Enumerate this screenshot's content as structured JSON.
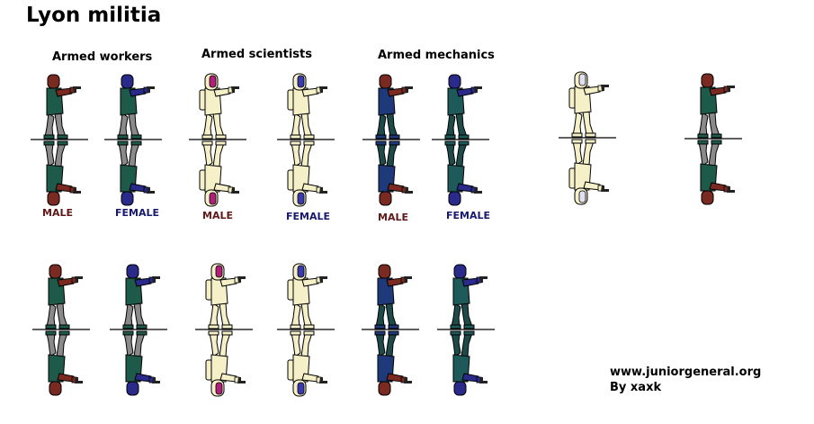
{
  "sheet": {
    "title": "Lyon militia",
    "groups": [
      {
        "label": "Armed workers"
      },
      {
        "label": "Armed scientists"
      },
      {
        "label": "Armed mechanics"
      }
    ],
    "genders": {
      "male": "MALE",
      "female": "FEMALE"
    },
    "credit": {
      "site": "www.juniorgeneral.org",
      "author": "By xaxk"
    }
  },
  "colors": {
    "male_label": "#601818",
    "female_label": "#181870",
    "outline": "#000000",
    "worker_shirt": "#1e5a4a",
    "worker_pants": "#8a8a8a",
    "male_skin": "#7a2a20",
    "female_skin": "#2a2a8a",
    "scientist_suit": "#f5f0c8",
    "scientist_male_visor": "#b0207a",
    "scientist_female_visor": "#3a3ab0",
    "scientist_plain_visor": "#e0e0f0",
    "mechanic_male_shirt": "#1e3a7a",
    "mechanic_female_shirt": "#1e5a5a",
    "mechanic_pants": "#1e4a4a",
    "weapon": "#222222"
  },
  "figure_sets": [
    {
      "type": "worker",
      "variant": "male"
    },
    {
      "type": "worker",
      "variant": "female"
    },
    {
      "type": "scientist",
      "variant": "male"
    },
    {
      "type": "scientist",
      "variant": "female"
    },
    {
      "type": "mechanic",
      "variant": "male"
    },
    {
      "type": "mechanic",
      "variant": "female"
    },
    {
      "type": "scientist",
      "variant": "plain"
    },
    {
      "type": "worker",
      "variant": "male"
    },
    {
      "type": "worker",
      "variant": "male"
    },
    {
      "type": "worker",
      "variant": "female"
    },
    {
      "type": "scientist",
      "variant": "male"
    },
    {
      "type": "scientist",
      "variant": "female"
    },
    {
      "type": "mechanic",
      "variant": "male"
    },
    {
      "type": "mechanic",
      "variant": "female"
    }
  ]
}
